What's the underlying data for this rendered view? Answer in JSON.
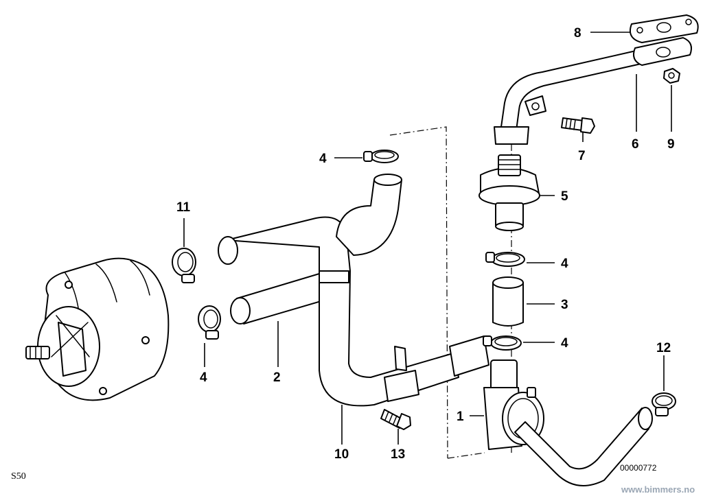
{
  "callouts": {
    "c1": "1",
    "c2": "2",
    "c3": "3",
    "c4a": "4",
    "c4b": "4",
    "c4c": "4",
    "c4d": "4",
    "c5": "5",
    "c6": "6",
    "c7": "7",
    "c8": "8",
    "c9": "9",
    "c10": "10",
    "c11": "11",
    "c12": "12",
    "c13": "13"
  },
  "footer": {
    "model": "S50",
    "drawing_number": "00000772",
    "watermark": "www.bimmers.no"
  }
}
